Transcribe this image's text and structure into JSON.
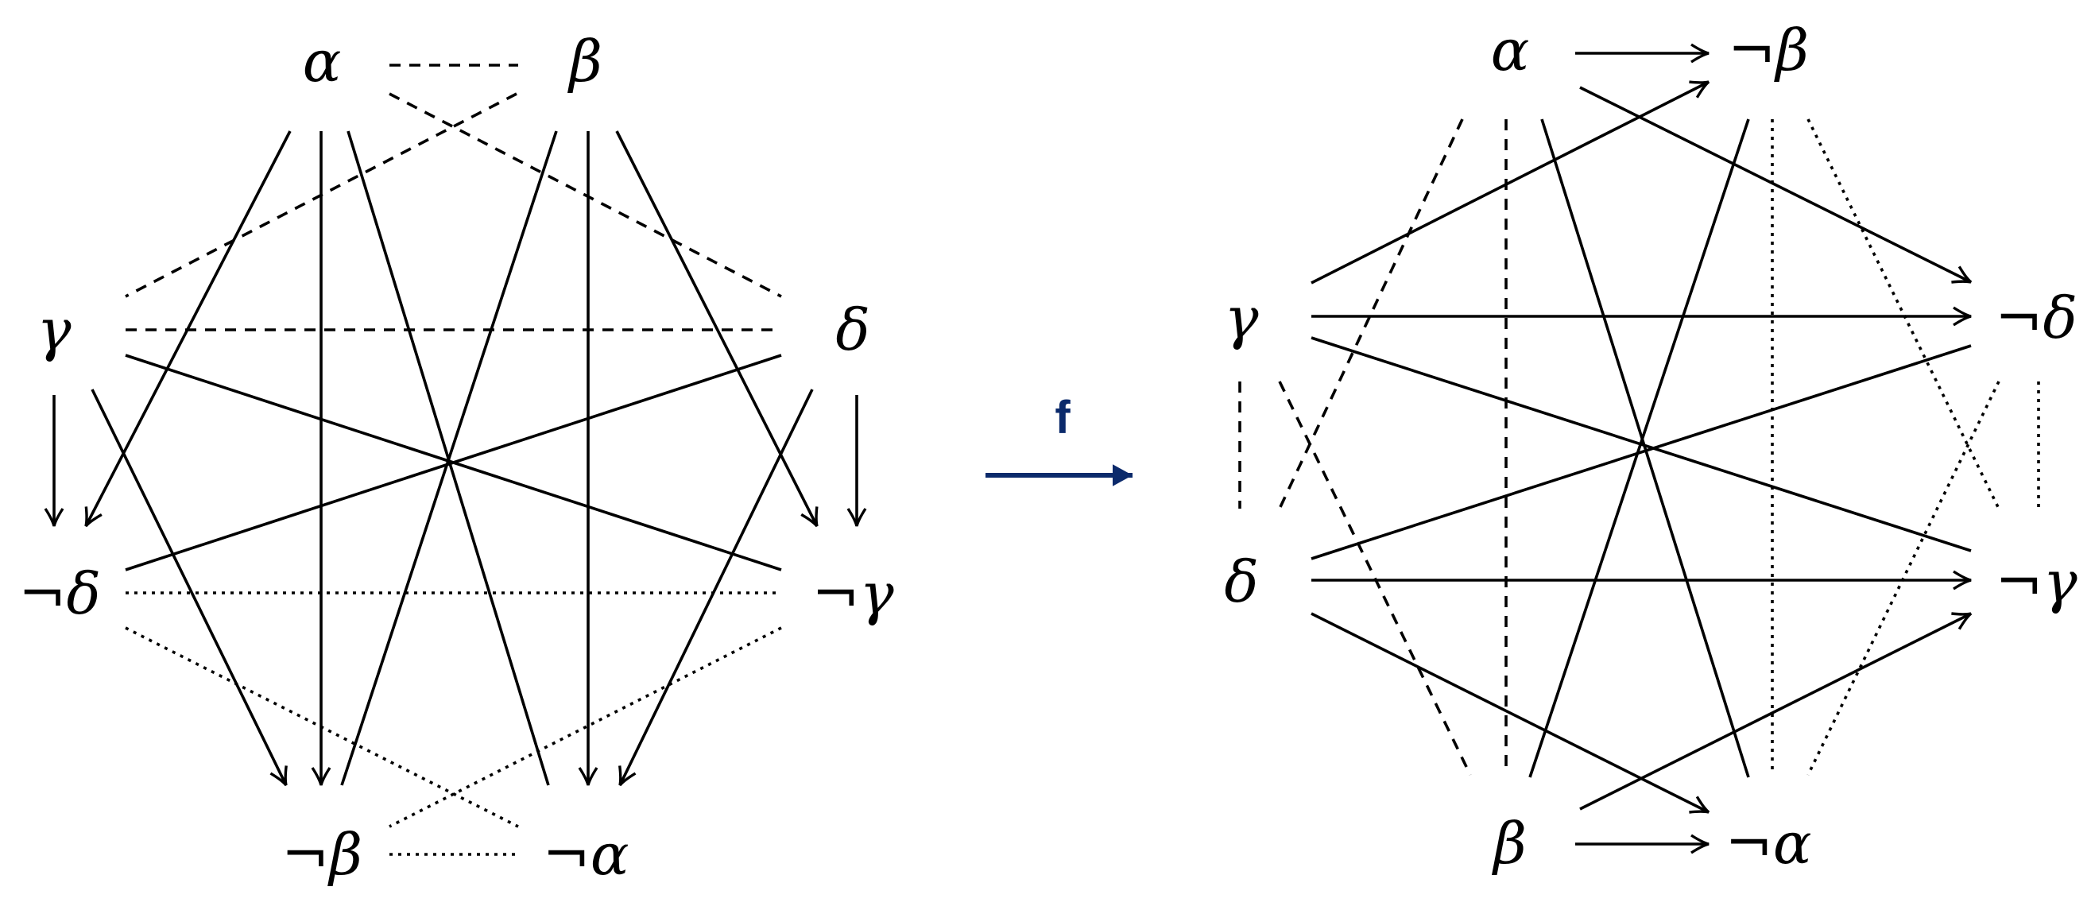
{
  "colors": {
    "ink": "#000000",
    "map_arrow": "#0b2a6b"
  },
  "left_diagram": {
    "nodes": {
      "alpha": "α",
      "beta": "β",
      "gamma": "γ",
      "delta": "δ",
      "not_delta": "¬δ",
      "not_gamma": "¬γ",
      "not_beta": "¬β",
      "not_alpha": "¬α"
    }
  },
  "map": {
    "label": "f"
  },
  "right_diagram": {
    "nodes": {
      "alpha": "α",
      "not_beta": "¬β",
      "gamma": "γ",
      "not_delta": "¬δ",
      "delta": "δ",
      "not_gamma": "¬γ",
      "beta": "β",
      "not_alpha": "¬α"
    }
  }
}
